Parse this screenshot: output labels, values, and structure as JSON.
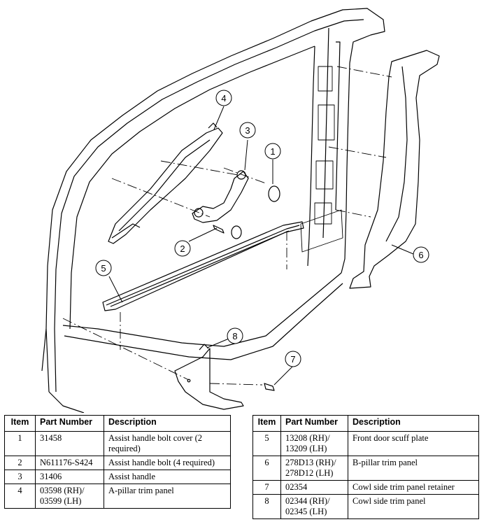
{
  "callouts": [
    "1",
    "2",
    "3",
    "4",
    "5",
    "6",
    "7",
    "8"
  ],
  "table_headers": {
    "item": "Item",
    "part_number": "Part Number",
    "description": "Description"
  },
  "parts_left": [
    {
      "item": "1",
      "part_number": "31458",
      "description": "Assist handle bolt cover (2 required)"
    },
    {
      "item": "2",
      "part_number": "N611176-S424",
      "description": "Assist handle bolt (4 required)"
    },
    {
      "item": "3",
      "part_number": "31406",
      "description": "Assist handle"
    },
    {
      "item": "4",
      "part_number": "03598 (RH)/ 03599 (LH)",
      "description": "A-pillar trim panel"
    }
  ],
  "parts_right": [
    {
      "item": "5",
      "part_number": "13208 (RH)/ 13209 (LH)",
      "description": "Front door scuff plate"
    },
    {
      "item": "6",
      "part_number": "278D13 (RH)/ 278D12 (LH)",
      "description": "B-pillar trim panel"
    },
    {
      "item": "7",
      "part_number": "02354",
      "description": "Cowl side trim panel retainer"
    },
    {
      "item": "8",
      "part_number": "02344 (RH)/ 02345 (LH)",
      "description": "Cowl side trim panel"
    }
  ]
}
